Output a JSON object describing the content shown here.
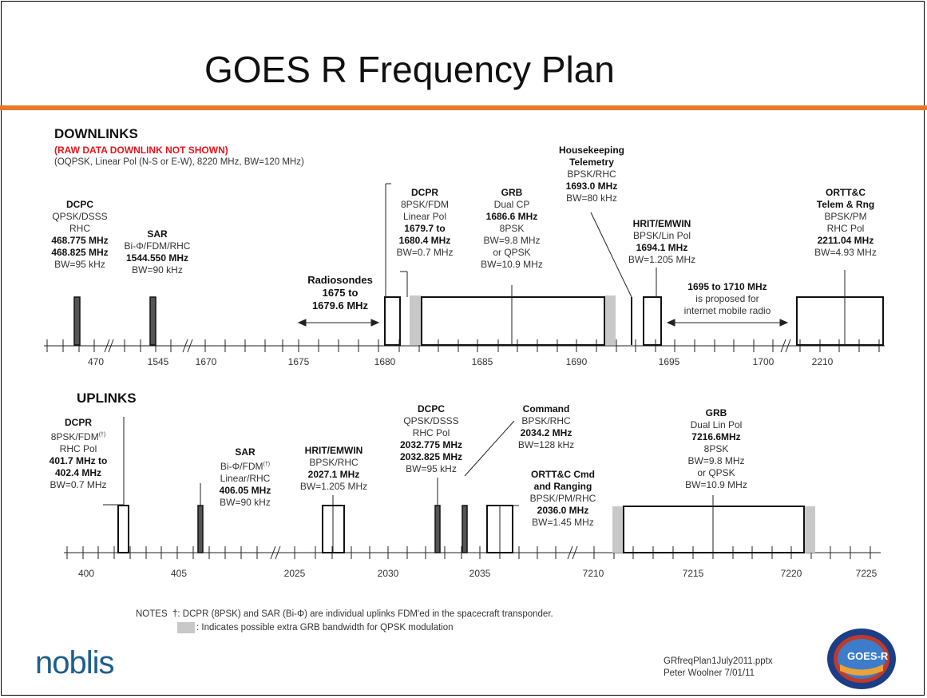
{
  "title": "GOES R Frequency Plan",
  "downlinks": {
    "heading": "DOWNLINKS",
    "note_red": "(RAW DATA DOWNLINK NOT SHOWN)",
    "note_sub": "(OQPSK, Linear Pol (N-S or E-W), 8220 MHz,  BW=120 MHz)",
    "ticks": [
      "470",
      "1545",
      "1670",
      "1675",
      "1680",
      "1685",
      "1690",
      "1695",
      "1700",
      "2210"
    ],
    "dcpc": [
      "DCPC",
      "QPSK/DSSS",
      "RHC",
      "468.775 MHz",
      "468.825 MHz",
      "BW=95 kHz"
    ],
    "sar": [
      "SAR",
      "Bi-Φ/FDM/RHC",
      "1544.550 MHz",
      "BW=90 kHz"
    ],
    "radiosondes": [
      "Radiosondes",
      "1675 to",
      "1679.6 MHz"
    ],
    "dcpr": [
      "DCPR",
      "8PSK/FDM",
      "Linear Pol",
      "1679.7 to",
      "1680.4 MHz",
      "BW=0.7 MHz"
    ],
    "grb": [
      "GRB",
      "Dual CP",
      "1686.6 MHz",
      "8PSK",
      "BW=9.8 MHz",
      "or QPSK",
      "BW=10.9 MHz"
    ],
    "housekeeping": [
      "Housekeeping",
      "Telemetry",
      "BPSK/RHC",
      "1693.0 MHz",
      "BW=80 kHz"
    ],
    "hrit": [
      "HRIT/EMWIN",
      "BPSK/Lin Pol",
      "1694.1 MHz",
      "BW=1.205 MHz"
    ],
    "proposed": [
      "1695 to 1710 MHz",
      "is proposed for",
      "internet mobile radio"
    ],
    "orttc": [
      "ORTT&C",
      "Telem & Rng",
      "BPSK/PM",
      "RHC Pol",
      "2211.04 MHz",
      "BW=4.93 MHz"
    ]
  },
  "uplinks": {
    "heading": "UPLINKS",
    "ticks": [
      "400",
      "405",
      "2025",
      "2030",
      "2035",
      "7210",
      "7215",
      "7220",
      "7225"
    ],
    "dcpr": [
      "DCPR",
      "8PSK/FDM",
      "(†)",
      "RHC Pol",
      "401.7 MHz to",
      "402.4 MHz",
      "BW=0.7 MHz"
    ],
    "sar": [
      "SAR",
      "Bi-Φ/FDM",
      "(†)",
      "Linear/RHC",
      "406.05 MHz",
      "BW=90 kHz"
    ],
    "hrit": [
      "HRIT/EMWIN",
      "BPSK/RHC",
      "2027.1 MHz",
      "BW=1.205 MHz"
    ],
    "dcpc": [
      "DCPC",
      "QPSK/DSSS",
      "RHC Pol",
      "2032.775 MHz",
      "2032.825 MHz",
      "BW=95 kHz"
    ],
    "command": [
      "Command",
      "BPSK/RHC",
      "2034.2 MHz",
      "BW=128 kHz"
    ],
    "orttc": [
      "ORTT&C Cmd",
      "and Ranging",
      "BPSK/PM/RHC",
      "2036.0 MHz",
      "BW=1.45 MHz"
    ],
    "grb": [
      "GRB",
      "Dual Lin Pol",
      "7216.6MHz",
      "8PSK",
      "BW=9.8 MHz",
      "or QPSK",
      "BW=10.9 MHz"
    ]
  },
  "notes": {
    "prefix": "NOTES",
    "dagger": "†: DCPR (8PSK) and SAR (Bi-Φ) are individual  uplinks FDM'ed in the spacecraft transponder.",
    "gray": ": Indicates possible extra GRB bandwidth for QPSK modulation"
  },
  "footer": {
    "logo": "noblis",
    "file": "GRfreqPlan1July2011.pptx",
    "author": "Peter Woolner  7/01/11",
    "seal": "GOES-R"
  },
  "colors": {
    "accent_bar": "#e8792a",
    "red_note": "#e8141b",
    "gray_band": "#c8c8c8",
    "logo": "#1f5e8c",
    "seal_ring": "#1c3e86"
  }
}
